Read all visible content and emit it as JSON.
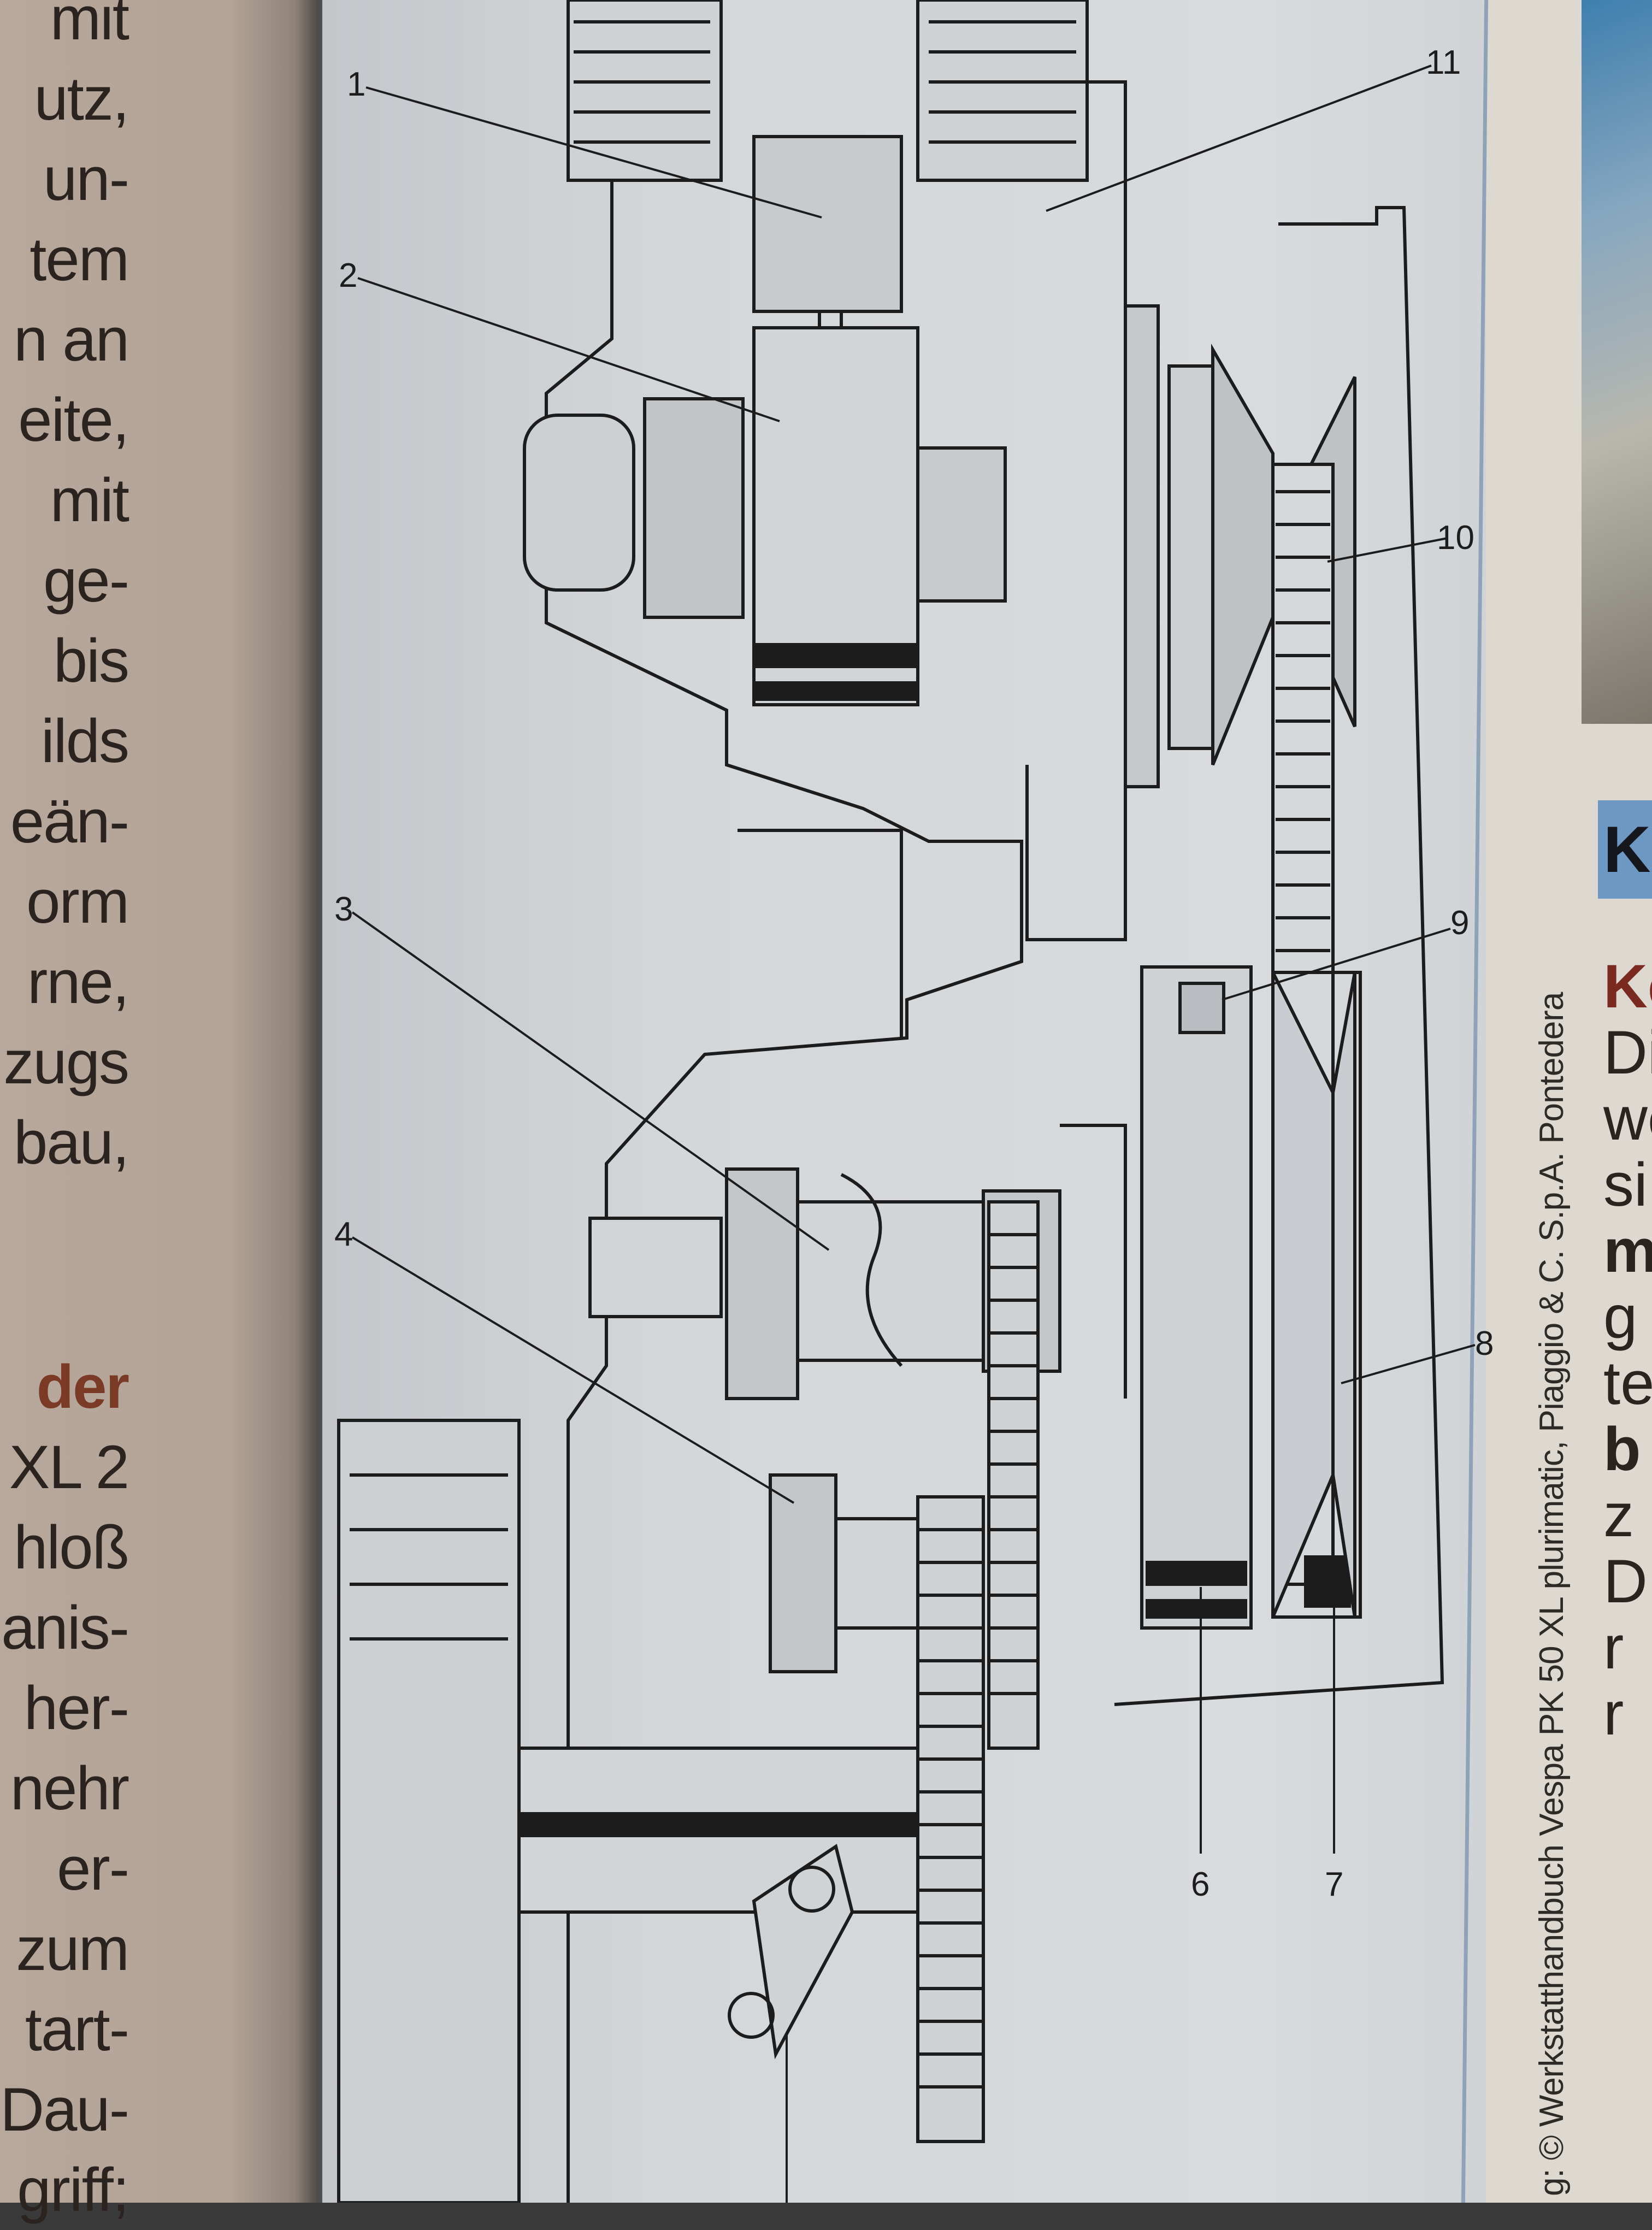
{
  "left_page": {
    "lines": [
      "mit",
      "utz,",
      "un-",
      "tem",
      "n an",
      "eite,",
      "mit",
      "ge-",
      "bis",
      "ilds",
      "eän-",
      "orm",
      "rne,",
      "zugs",
      "bau,"
    ],
    "heading": "der",
    "lines2": [
      "XL 2",
      "hloß",
      "anis-",
      "her-",
      "nehr",
      "er-",
      "zum",
      "tart-",
      "Dau-",
      "griff;"
    ]
  },
  "diagram": {
    "labels": [
      "1",
      "2",
      "3",
      "4",
      "6",
      "7",
      "8",
      "9",
      "10",
      "11"
    ]
  },
  "caption": "g: © Werkstatthandbuch Vespa PK 50 XL plurimatic, Piaggio & C. S.p.A. Pontedera",
  "right_page": {
    "box_heading": "Ke",
    "subheading": "Ke",
    "lines": [
      "Di",
      "we",
      "si"
    ],
    "bold_line": "m",
    "lines2": [
      "g",
      "te"
    ],
    "bold_line2": "b",
    "lines3": [
      "z",
      "D",
      "r",
      "r"
    ]
  },
  "colors": {
    "accent_blue": "#6d98c4",
    "heading_red": "#7a3a26"
  }
}
